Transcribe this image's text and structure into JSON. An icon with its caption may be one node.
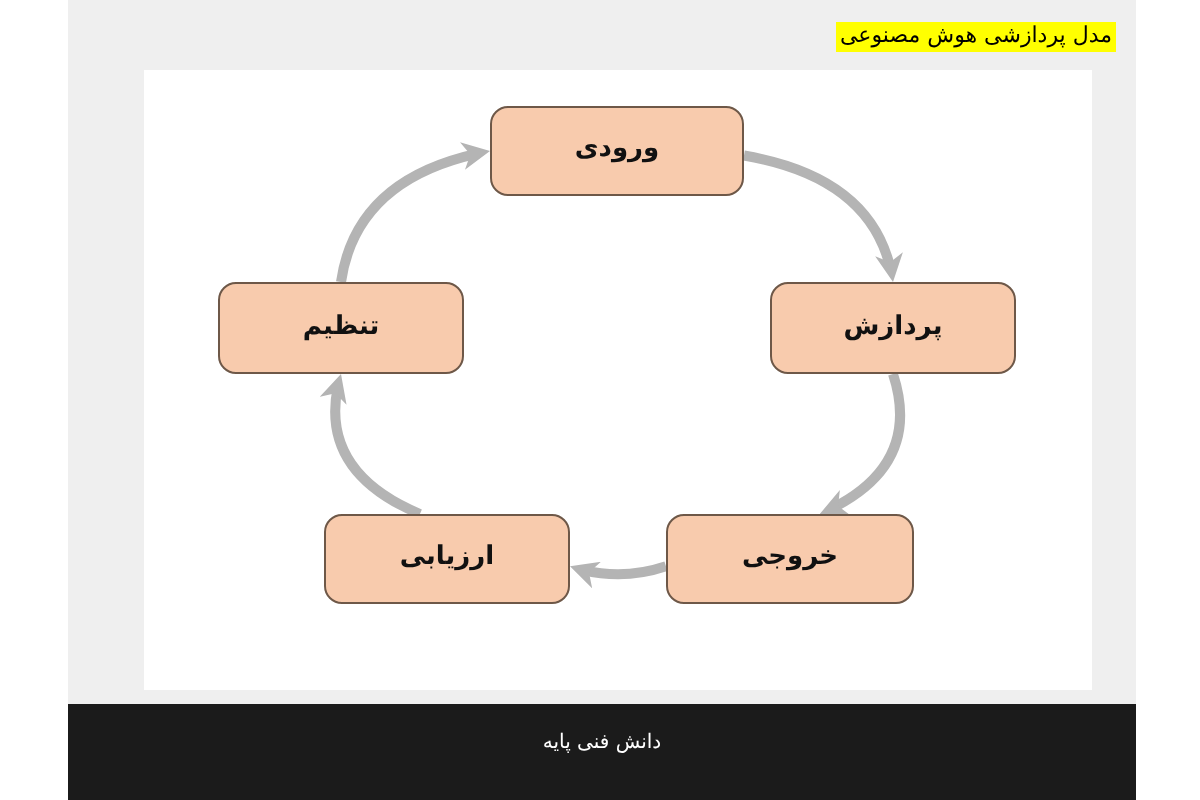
{
  "diagram": {
    "title": "مدل پردازشی هوش مصنوعی",
    "nodes": [
      {
        "text": [
          "ورودی"
        ]
      },
      {
        "text": [
          "پردازش"
        ]
      },
      {
        "text": [
          "خروجی"
        ]
      },
      {
        "text": [
          "ارزیابی"
        ]
      },
      {
        "text": [
          "تنظیم"
        ]
      }
    ],
    "edges": [
      {
        "from": 0,
        "to": 1,
        "arrow": "to"
      },
      {
        "from": 1,
        "to": 2,
        "arrow": "to"
      },
      {
        "from": 2,
        "to": 3,
        "arrow": "to"
      },
      {
        "from": 3,
        "to": 4,
        "arrow": "to"
      },
      {
        "from": 4,
        "to": 0,
        "arrow": "to"
      }
    ],
    "labels": [
      "دانش فنی پایه"
    ]
  }
}
